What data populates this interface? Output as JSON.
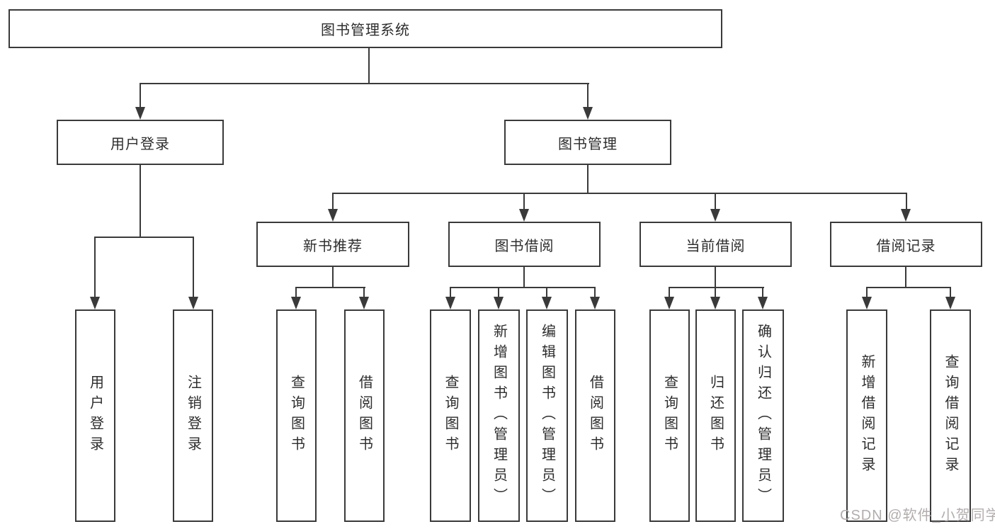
{
  "diagram": {
    "root": {
      "label": "图书管理系统"
    },
    "branches": [
      {
        "label": "用户登录",
        "children": [
          {
            "label": "用户登录"
          },
          {
            "label": "注销登录"
          }
        ]
      },
      {
        "label": "图书管理",
        "children": [
          {
            "label": "新书推荐",
            "children": [
              {
                "label": "查询图书"
              },
              {
                "label": "借阅图书"
              }
            ]
          },
          {
            "label": "图书借阅",
            "children": [
              {
                "label": "查询图书"
              },
              {
                "label": "新增图书（管理员）"
              },
              {
                "label": "编辑图书（管理员）"
              },
              {
                "label": "借阅图书"
              }
            ]
          },
          {
            "label": "当前借阅",
            "children": [
              {
                "label": "查询图书"
              },
              {
                "label": "归还图书"
              },
              {
                "label": "确认归还（管理员）"
              }
            ]
          },
          {
            "label": "借阅记录",
            "children": [
              {
                "label": "新增借阅记录"
              },
              {
                "label": "查询借阅记录"
              }
            ]
          }
        ]
      }
    ]
  },
  "watermark": {
    "text": "CSDN @软件_小贺同学"
  },
  "colors": {
    "line": "#3a3a3a",
    "text": "#2d2d2d",
    "watermark": "#b3adad",
    "background": "#ffffff"
  }
}
